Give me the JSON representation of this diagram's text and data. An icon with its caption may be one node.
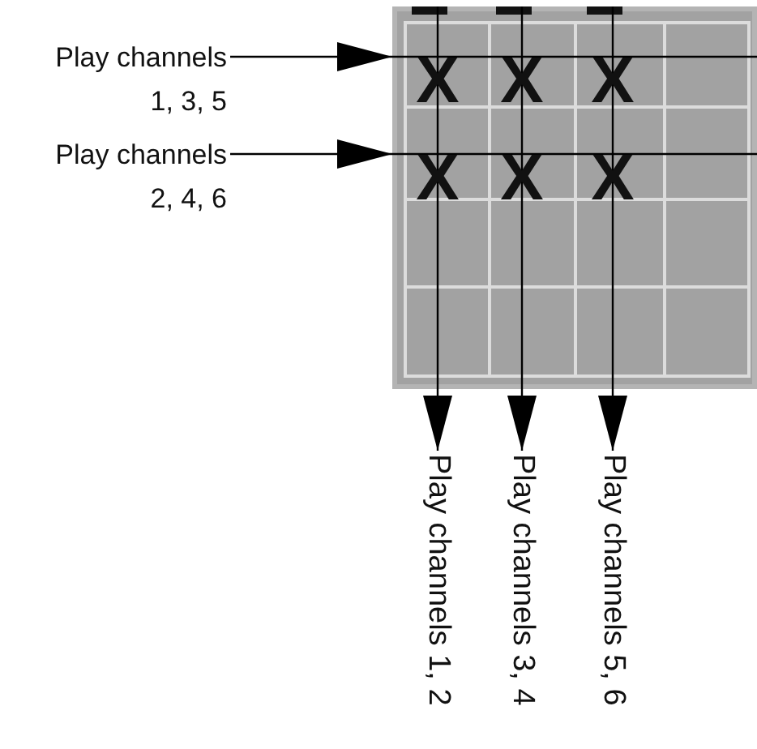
{
  "diagram": {
    "nodes": [
      {
        "text": [
          "Play channels 1, 3, 5"
        ]
      },
      {
        "text": [
          "Play channels 2, 4, 6"
        ]
      },
      {
        "text": [],
        "shape": "box"
      },
      {
        "text": [
          "Play channels 1, 2"
        ]
      },
      {
        "text": [
          "Play channels 3, 4"
        ]
      },
      {
        "text": [
          "Play channels 5, 6"
        ]
      }
    ],
    "edges": [
      {
        "from": 0,
        "to": 2,
        "arrow": "to"
      },
      {
        "from": 1,
        "to": 2,
        "arrow": "to"
      },
      {
        "from": 2,
        "to": 3,
        "arrow": "to"
      },
      {
        "from": 2,
        "to": 4,
        "arrow": "to"
      },
      {
        "from": 2,
        "to": 5,
        "arrow": "to"
      }
    ],
    "labels": [
      "X",
      "X",
      "X",
      "X",
      "X",
      "X"
    ]
  }
}
